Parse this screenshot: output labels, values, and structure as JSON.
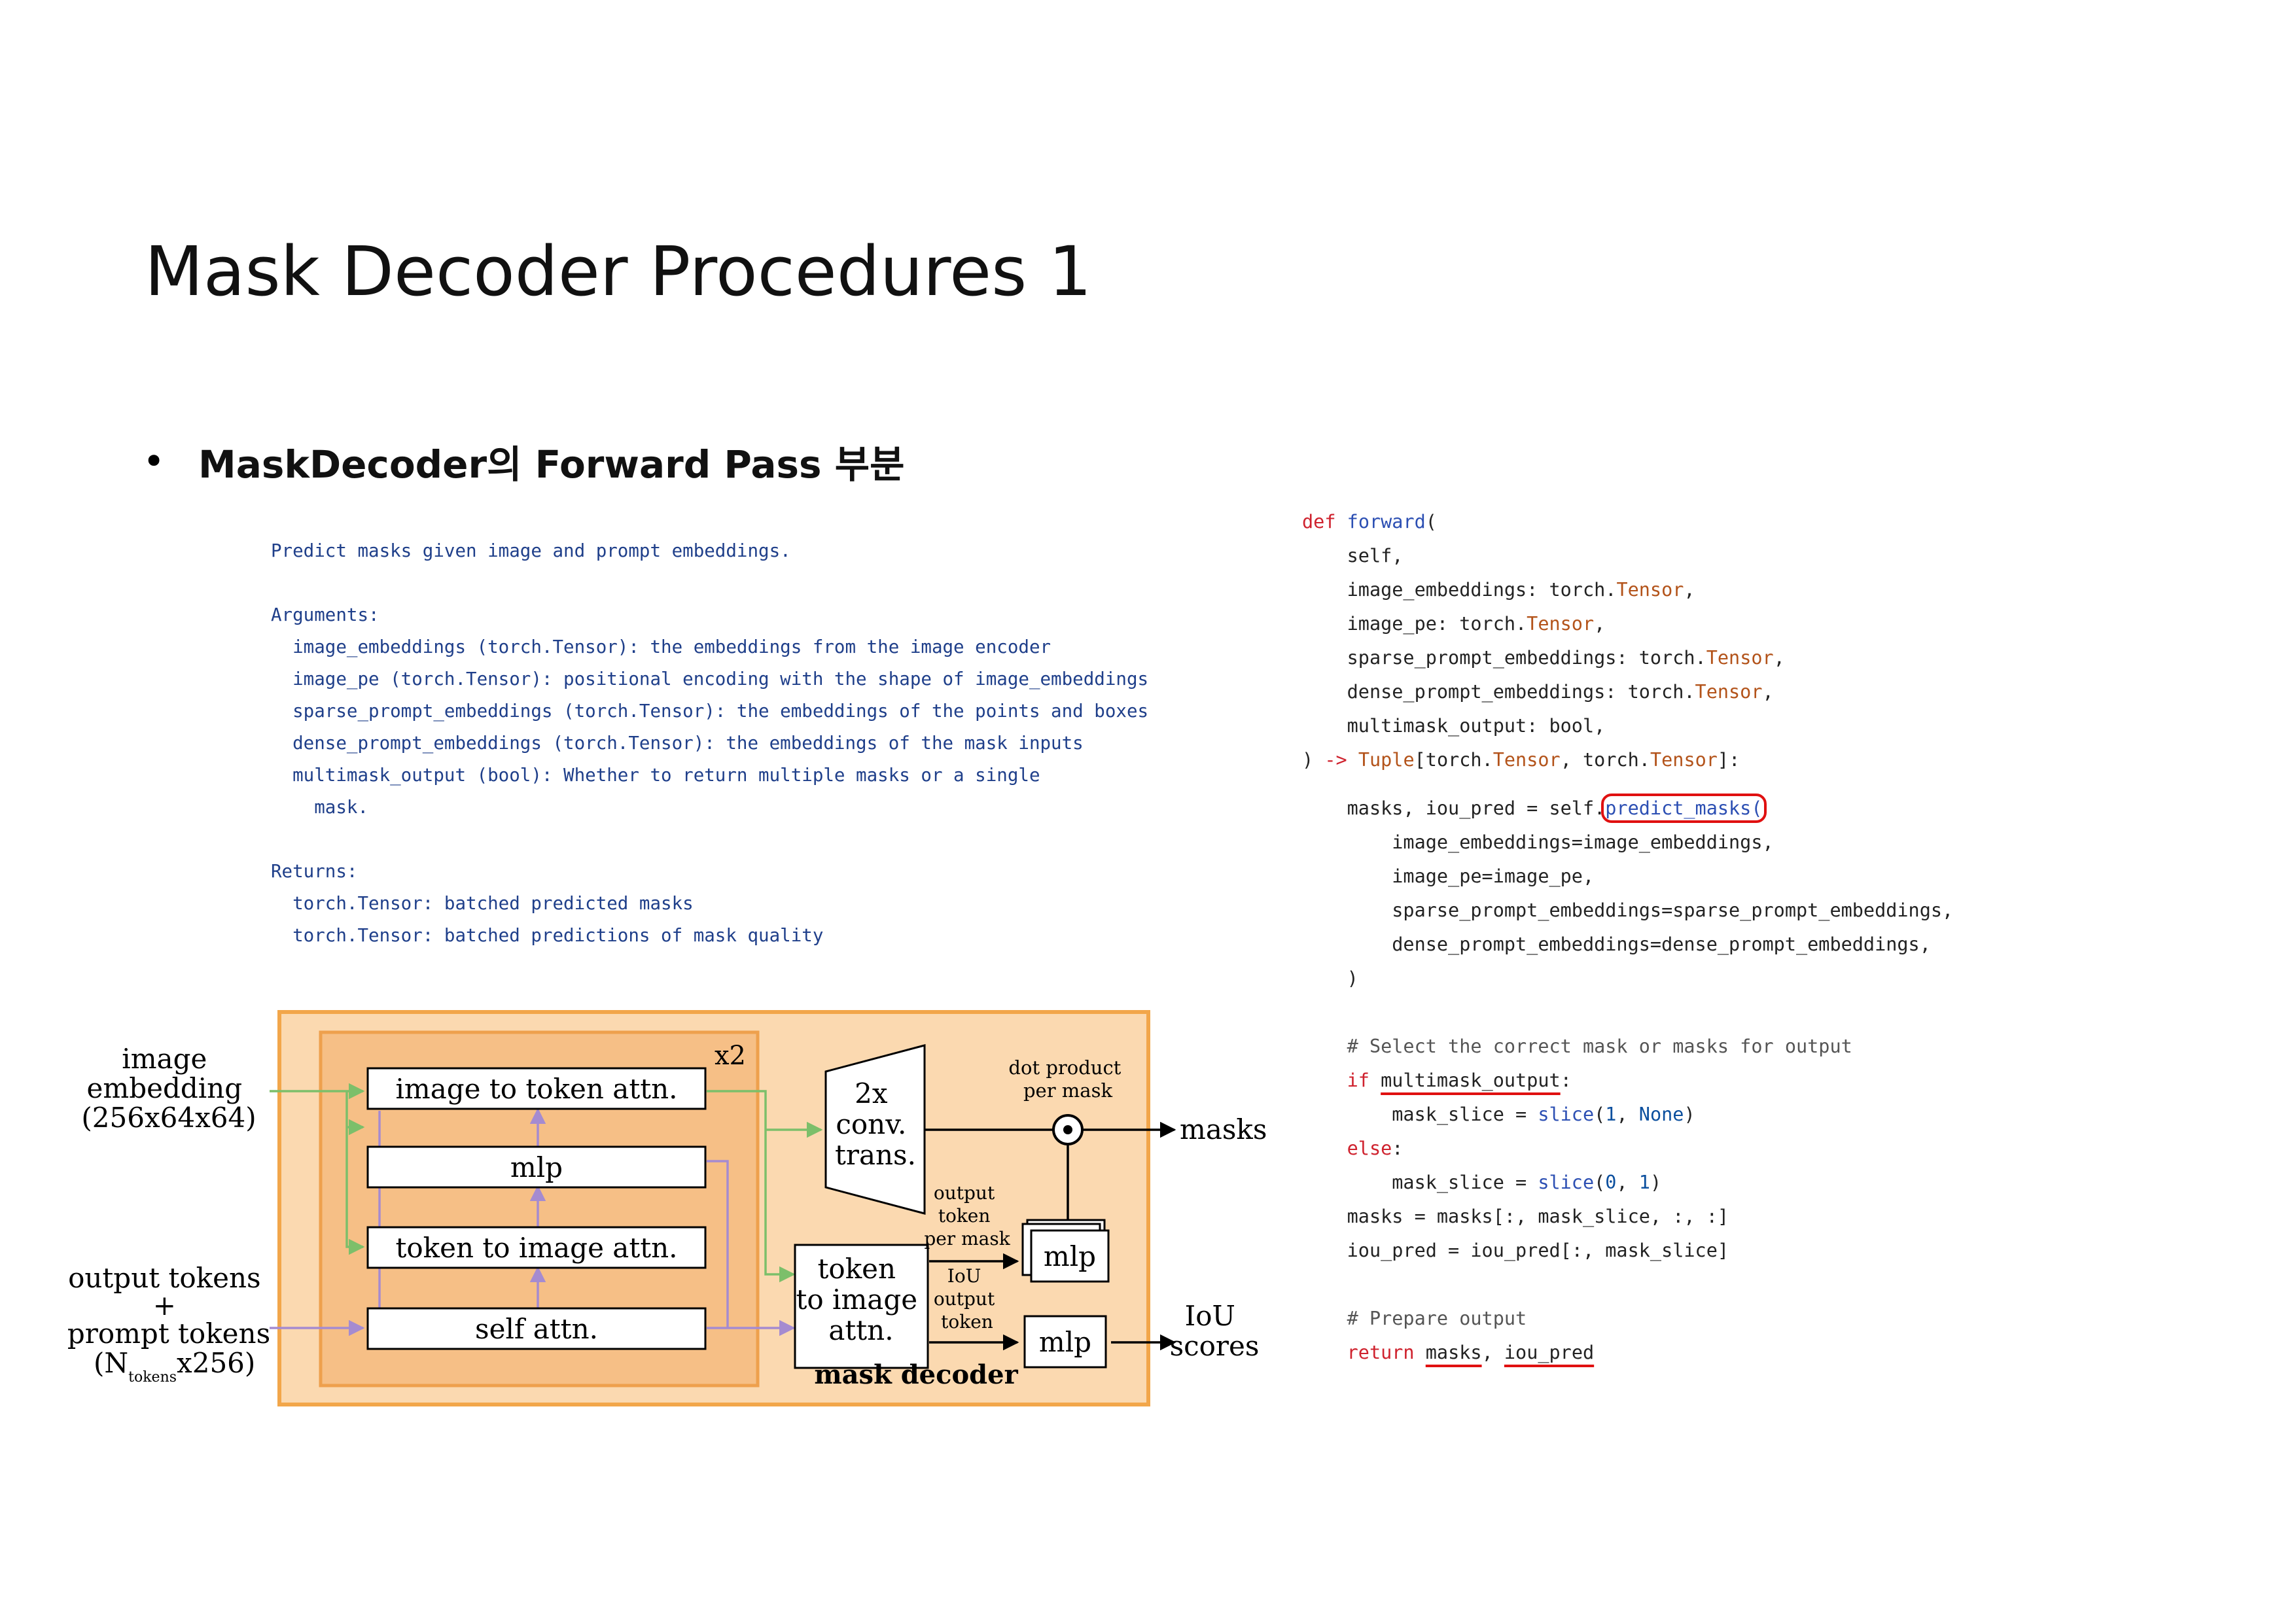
{
  "slide": {
    "title": "Mask Decoder Procedures 1",
    "bullet": "•",
    "subtitle": "MaskDecoder의 Forward Pass 부분"
  },
  "docstring": [
    "Predict masks given image and prompt embeddings.",
    "",
    "Arguments:",
    "  image_embeddings (torch.Tensor): the embeddings from the image encoder",
    "  image_pe (torch.Tensor): positional encoding with the shape of image_embeddings",
    "  sparse_prompt_embeddings (torch.Tensor): the embeddings of the points and boxes",
    "  dense_prompt_embeddings (torch.Tensor): the embeddings of the mask inputs",
    "  multimask_output (bool): Whether to return multiple masks or a single",
    "    mask.",
    "",
    "Returns:",
    "  torch.Tensor: batched predicted masks",
    "  torch.Tensor: batched predictions of mask quality"
  ],
  "code": {
    "def_kw": "def",
    "fn_name": "forward",
    "open_paren": "(",
    "self_arg": "    self,",
    "param1_name": "    image_embeddings: torch.",
    "param2_name": "    image_pe: torch.",
    "param3_name": "    sparse_prompt_embeddings: torch.",
    "param4_name": "    dense_prompt_embeddings: torch.",
    "param5": "    multimask_output: bool,",
    "tensor_type": "Tensor",
    "comma": ",",
    "ret_close": ") ",
    "ret_arrow": "->",
    "ret_space": " ",
    "ret_tuple": "Tuple",
    "ret_bracket_open": "[torch.",
    "ret_sep": ", torch.",
    "ret_end": "]:",
    "call_prefix": "    masks, iou_pred = self.",
    "call_fn": "predict_masks(",
    "call_arg1": "        image_embeddings=image_embeddings,",
    "call_arg2": "        image_pe=image_pe,",
    "call_arg3": "        sparse_prompt_embeddings=sparse_prompt_embeddings,",
    "call_arg4": "        dense_prompt_embeddings=dense_prompt_embeddings,",
    "call_close": "    )",
    "comment1": "    # Select the correct mask or masks for output",
    "if_indent": "    ",
    "if_kw": "if",
    "if_space": " ",
    "if_var": "multimask_output",
    "if_colon": ":",
    "slice1_pre": "        mask_slice = ",
    "slice_fn": "slice",
    "slice1_open": "(",
    "slice1_num": "1",
    "slice1_sep": ", ",
    "slice1_none": "None",
    "slice1_close": ")",
    "else_indent": "    ",
    "else_kw": "else",
    "else_colon": ":",
    "slice2_pre": "        mask_slice = ",
    "slice2_open": "(",
    "slice2_num0": "0",
    "slice2_sep": ", ",
    "slice2_num1": "1",
    "slice2_close": ")",
    "masks_line": "    masks = masks[:, mask_slice, :, :]",
    "iou_line": "    iou_pred = iou_pred[:, mask_slice]",
    "comment2": "    # Prepare output",
    "return_indent": "    ",
    "return_kw": "return",
    "return_space": " ",
    "return_masks": "masks",
    "return_sep": ", ",
    "return_iou": "iou_pred"
  },
  "diagram": {
    "input_image": [
      "image",
      "embedding",
      "(256x64x64)"
    ],
    "input_tokens": [
      "output tokens",
      "+",
      "prompt tokens"
    ],
    "input_tokens_dim_a": "(N",
    "input_tokens_dim_sub": "tokens",
    "input_tokens_dim_b": "x256)",
    "repeat": "x2",
    "blocks": [
      "image to token attn.",
      "mlp",
      "token to image attn.",
      "self attn."
    ],
    "conv": [
      "2x",
      "conv.",
      "trans."
    ],
    "dot_product": [
      "dot product",
      "per mask"
    ],
    "output_token_per_mask": [
      "output",
      "token",
      "per mask"
    ],
    "iou_output_token": [
      "IoU",
      "output",
      "token"
    ],
    "token_to_image": [
      "token",
      "to image",
      "attn."
    ],
    "mlp_mask": "mlp",
    "mlp_iou": "mlp",
    "out_masks": "masks",
    "out_iou": [
      "IoU",
      "scores"
    ],
    "decoder_label": "mask decoder",
    "colors": {
      "outer_fill": "#fbd9b0",
      "outer_stroke": "#f2a64a",
      "inner_fill": "#f6bf86",
      "inner_stroke": "#eea04d",
      "green_arrow": "#7cbf6a",
      "purple_arrow": "#a58bd0"
    }
  }
}
